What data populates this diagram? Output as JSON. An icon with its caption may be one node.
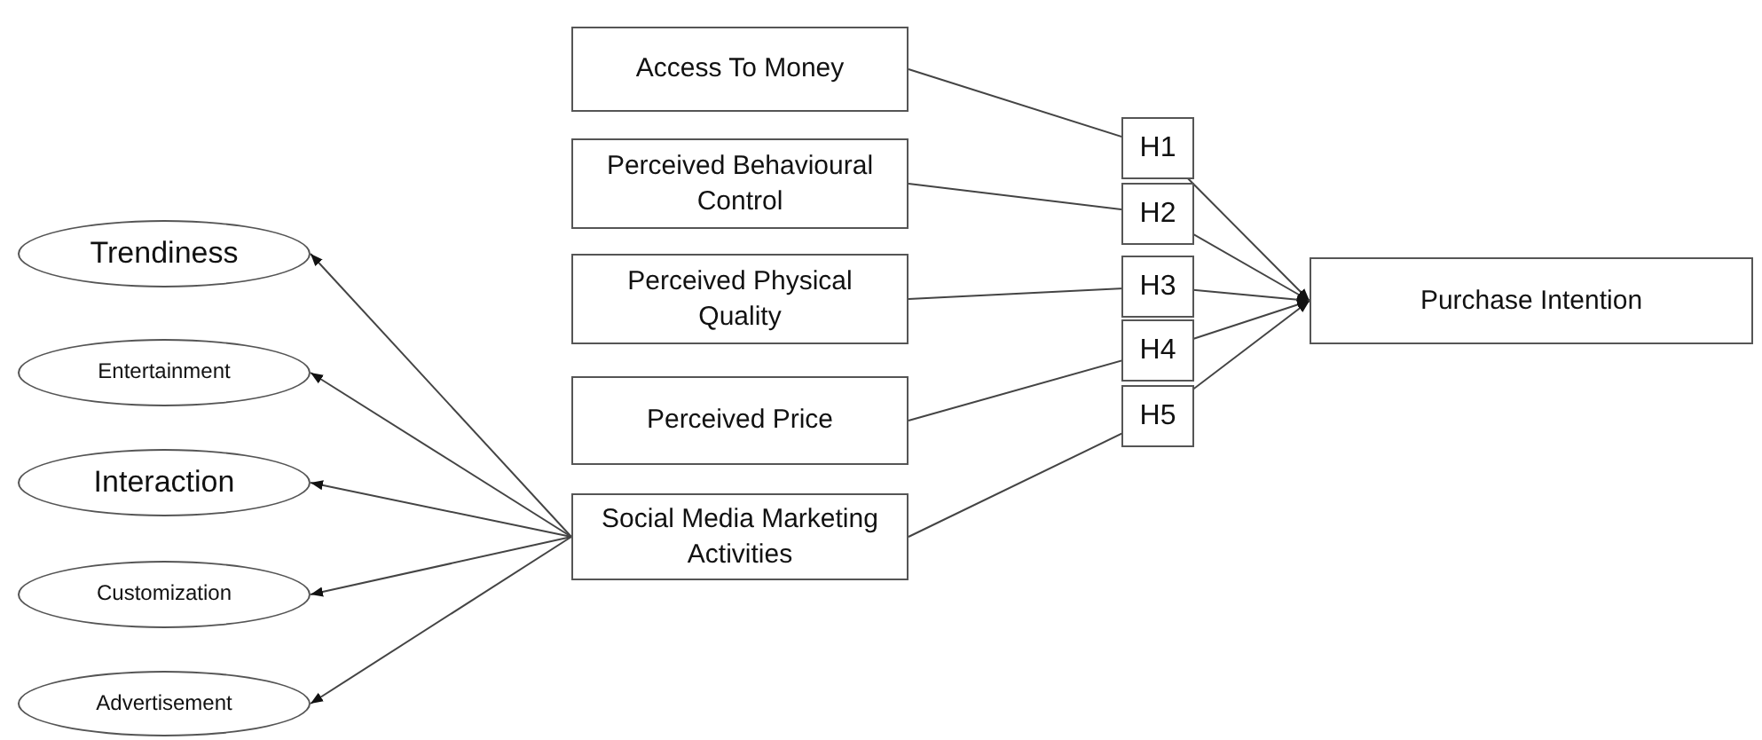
{
  "diagram": {
    "nodes": [
      {
        "text": [
          "Access To Money"
        ]
      },
      {
        "text": [
          "Perceived Behavioural Control"
        ]
      },
      {
        "text": [
          "Perceived Physical Quality"
        ]
      },
      {
        "text": [
          "Perceived Price"
        ]
      },
      {
        "text": [
          "Social Media Marketing Activities"
        ]
      },
      {
        "text": [
          "Purchase Intention"
        ]
      },
      {
        "text": [
          "Trendiness"
        ]
      },
      {
        "text": [
          "Entertainment"
        ]
      },
      {
        "text": [
          "Interaction"
        ]
      },
      {
        "text": [
          "Customization"
        ]
      },
      {
        "text": [
          "Advertisement"
        ]
      }
    ],
    "edges": [
      {
        "from": 0,
        "to": 5,
        "arrow": "to",
        "label": "H1"
      },
      {
        "from": 1,
        "to": 5,
        "arrow": "to",
        "label": "H2"
      },
      {
        "from": 2,
        "to": 5,
        "arrow": "to",
        "label": "H3"
      },
      {
        "from": 3,
        "to": 5,
        "arrow": "to",
        "label": "H4"
      },
      {
        "from": 4,
        "to": 5,
        "arrow": "to",
        "label": "H5"
      },
      {
        "from": 4,
        "to": 6,
        "arrow": "to"
      },
      {
        "from": 4,
        "to": 7,
        "arrow": "to"
      },
      {
        "from": 4,
        "to": 8,
        "arrow": "to"
      },
      {
        "from": 4,
        "to": 9,
        "arrow": "to"
      },
      {
        "from": 4,
        "to": 10,
        "arrow": "to"
      }
    ]
  }
}
